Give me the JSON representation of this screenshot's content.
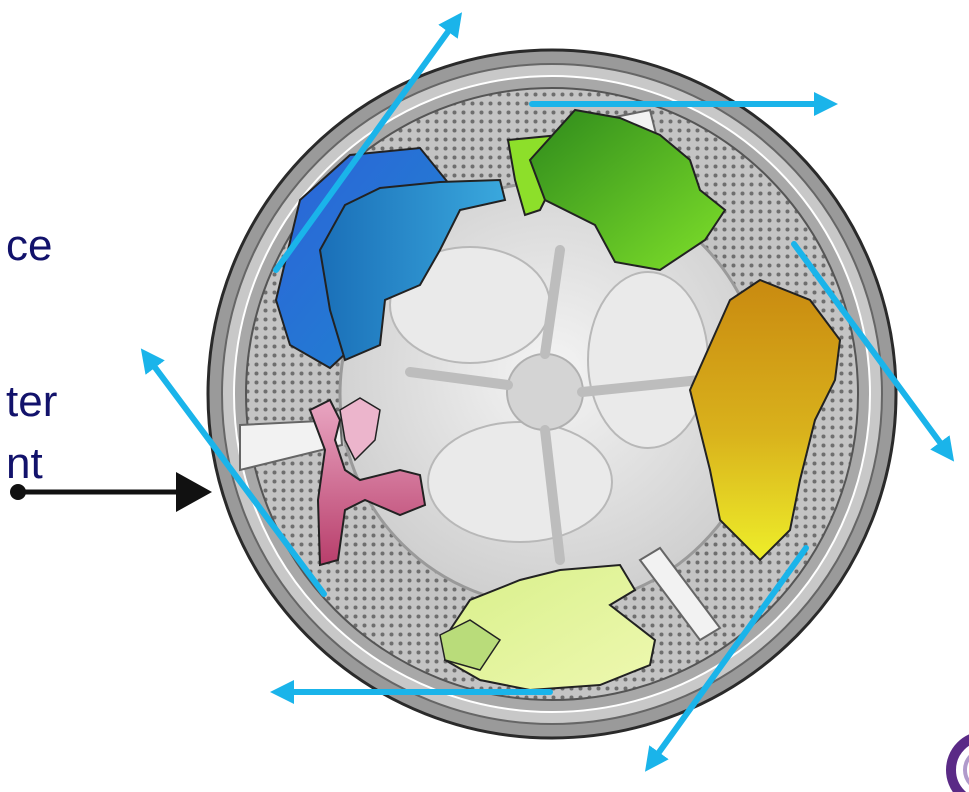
{
  "labels": {
    "line1": "ce",
    "line2": "ter",
    "line3": "nt"
  },
  "colors": {
    "text": "#12126b",
    "force_arrows": "#1ab4ea",
    "pointer_arrow": "#111111",
    "drum_rim": "#8a8a8a",
    "drum_perforated": "#b4b4b4",
    "drum_inner": "#e2e2e2"
  },
  "icons": {
    "drum": "washing-machine-drum",
    "force_arrow": "centrifugal-force-arrow",
    "pointer": "pointer-arrow",
    "logo": "corner-logo-fragment"
  }
}
